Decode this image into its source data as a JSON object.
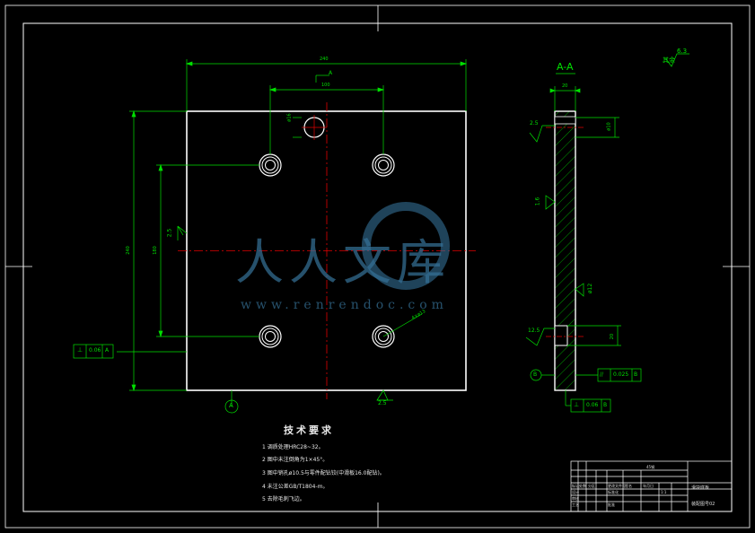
{
  "section": {
    "label": "A-A"
  },
  "surface_finish": {
    "label": "其余",
    "value": "6.3"
  },
  "technical_requirements": {
    "title": "技术要求",
    "items": [
      "1 调质处理HRC28~32。",
      "2 图中未注倒角为1×45°。",
      "3 图中销孔ø10.5与零件配钻铰(中滑板16.0配钻)。",
      "4 未注公差GB/T1804-m。",
      "5 去除毛刺飞边。"
    ]
  },
  "front_view": {
    "top_dimension": "240",
    "hole_spacing": "100",
    "section_mark": "A",
    "left_dimension": "240",
    "inner_dimension": "180",
    "hole_dim": "ø16",
    "roughness": "2.5",
    "hole_note": "4×ø13",
    "datum": "A",
    "perp_tolerance": {
      "symbol": "⊥",
      "value": "0.06",
      "datum": "A"
    },
    "bottom_roughness": "2.5"
  },
  "side_view": {
    "width_dim": "20",
    "top_roughness": "2.5",
    "depth_dim": "ø10",
    "face_roughness": "1.6",
    "side_note": "ø12",
    "counterbore_roughness": "12.5",
    "counterbore_dim": "20",
    "datum": "B",
    "parallel_tolerance": {
      "symbol": "//",
      "value": "0.025",
      "datum": "B"
    },
    "perp_tolerance": {
      "symbol": "⊥",
      "value": "0.06",
      "datum": "B"
    }
  },
  "title_block": {
    "material": "45钢",
    "part_name": "滑块底板",
    "drawing_no": "装配图号02",
    "scale": "1:1",
    "row_labels": [
      "标记",
      "处数",
      "分区",
      "更改文件号",
      "签名",
      "年月日"
    ],
    "design_labels": [
      "设计",
      "标准化",
      "审核",
      "工艺",
      "批准"
    ]
  },
  "watermark": {
    "text": "人人文库",
    "url": "www.renrendoc.com"
  },
  "colors": {
    "background": "#000000",
    "lines": "#ffffff",
    "dimension": "#00e000",
    "centerline": "#e00000",
    "watermark": "#346f96"
  }
}
